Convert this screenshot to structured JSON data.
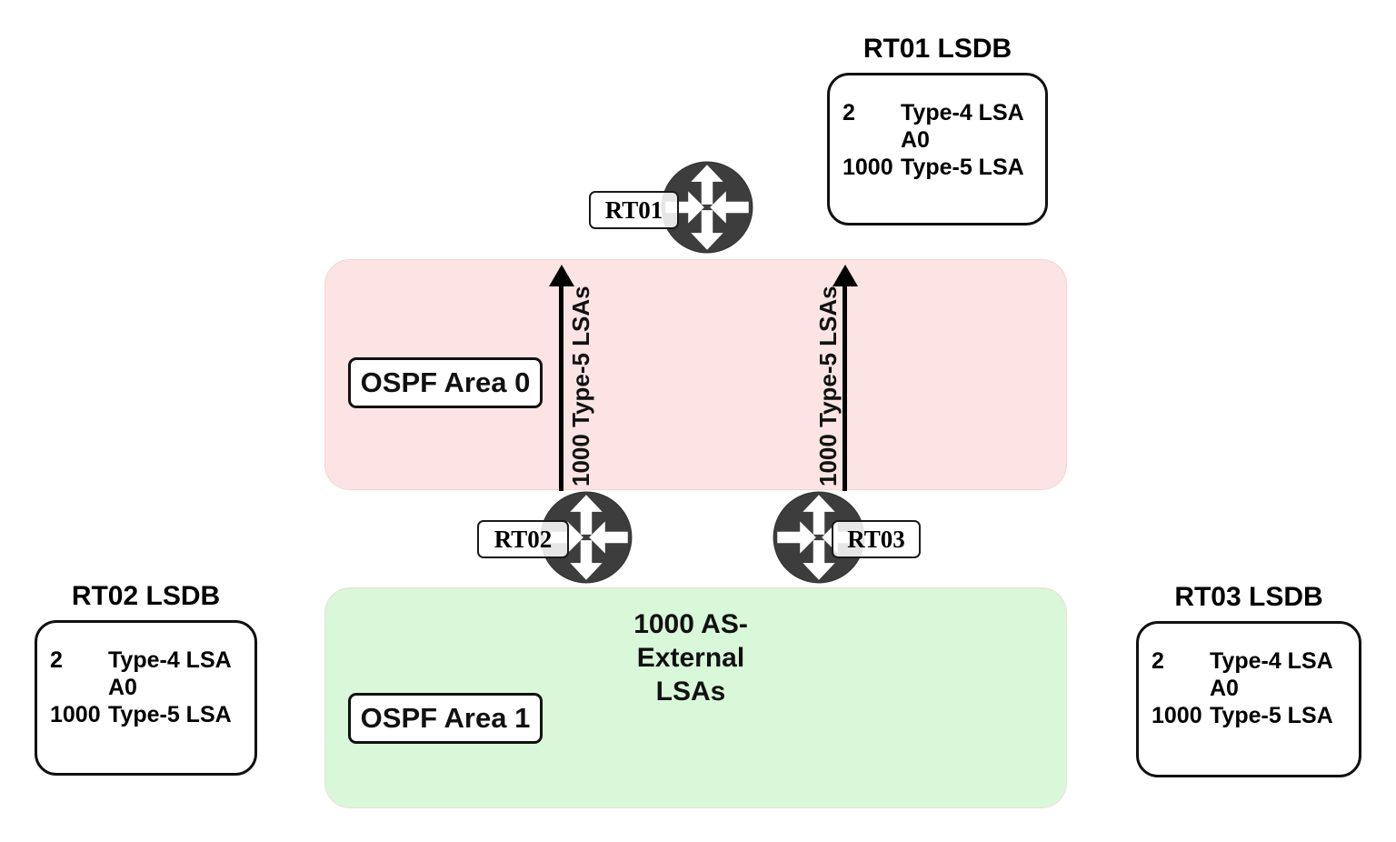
{
  "colors": {
    "area0_fill": "#fce4e4",
    "area1_fill": "#d9f7d9",
    "router_body": "#3d3d3d",
    "arrow_color": "#000000"
  },
  "areas": {
    "area0": {
      "label": "OSPF Area 0"
    },
    "area1": {
      "label": "OSPF Area 1",
      "annotation_lines": [
        "1000 AS-",
        "External",
        "LSAs"
      ]
    }
  },
  "routers": {
    "rt01": {
      "label": "RT01"
    },
    "rt02": {
      "label": "RT02"
    },
    "rt03": {
      "label": "RT03"
    }
  },
  "arrows": [
    {
      "label": "1000 Type-5 LSAs"
    },
    {
      "label": "1000 Type-5 LSAs"
    }
  ],
  "lsdb_boxes": [
    {
      "title": "RT01 LSDB",
      "rows": [
        {
          "count": "2",
          "type": "Type-4 LSA A0"
        },
        {
          "count": "1000",
          "type": "Type-5 LSA"
        }
      ]
    },
    {
      "title": "RT02 LSDB",
      "rows": [
        {
          "count": "2",
          "type": "Type-4 LSA A0"
        },
        {
          "count": "1000",
          "type": "Type-5 LSA"
        }
      ]
    },
    {
      "title": "RT03 LSDB",
      "rows": [
        {
          "count": "2",
          "type": "Type-4 LSA A0"
        },
        {
          "count": "1000",
          "type": "Type-5 LSA"
        }
      ]
    }
  ]
}
